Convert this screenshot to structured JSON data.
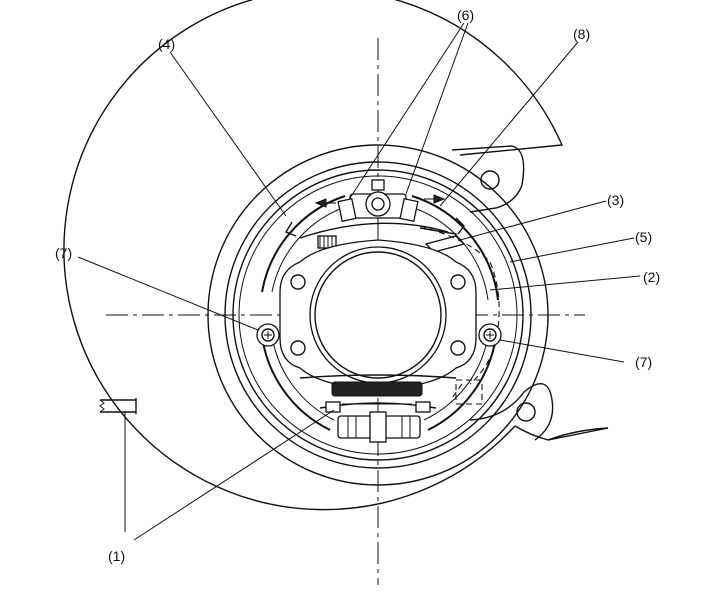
{
  "callouts": {
    "c1": "(1)",
    "c2": "(2)",
    "c3": "(3)",
    "c4": "(4)",
    "c5": "(5)",
    "c6": "(6)",
    "c7_left": "(7)",
    "c7_right": "(7)",
    "c8": "(8)"
  }
}
